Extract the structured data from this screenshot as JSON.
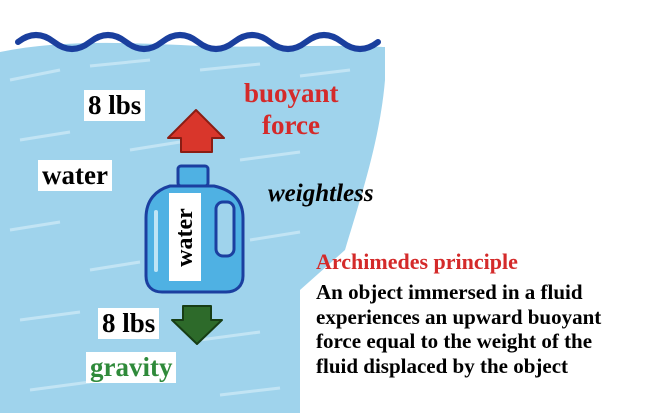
{
  "labels": {
    "upward_weight": "8 lbs",
    "buoyant_line1": "buoyant",
    "buoyant_line2": "force",
    "water_outside": "water",
    "water_in_bottle": "water",
    "weightless": "weightless",
    "downward_weight": "8 lbs",
    "gravity": "gravity"
  },
  "principle": {
    "title": "Archimedes principle",
    "lines": [
      "An object immersed in a fluid",
      "experiences an upward buoyant",
      "force equal to the weight of the",
      "fluid displaced by the object"
    ]
  },
  "colors": {
    "water": "#9fd3ec",
    "surface_wave": "#1a3f9e",
    "bottle_fill": "#4fb1e3",
    "bottle_outline": "#1b3fa0",
    "buoyant_arrow": "#d9362b",
    "gravity_arrow": "#2d6a2a",
    "red_text": "#d42a2a",
    "green_text": "#2f8a3a"
  },
  "icons": [
    "surface-wave-icon",
    "buoyant-force-arrow-icon",
    "gravity-arrow-icon",
    "water-jug-icon"
  ]
}
